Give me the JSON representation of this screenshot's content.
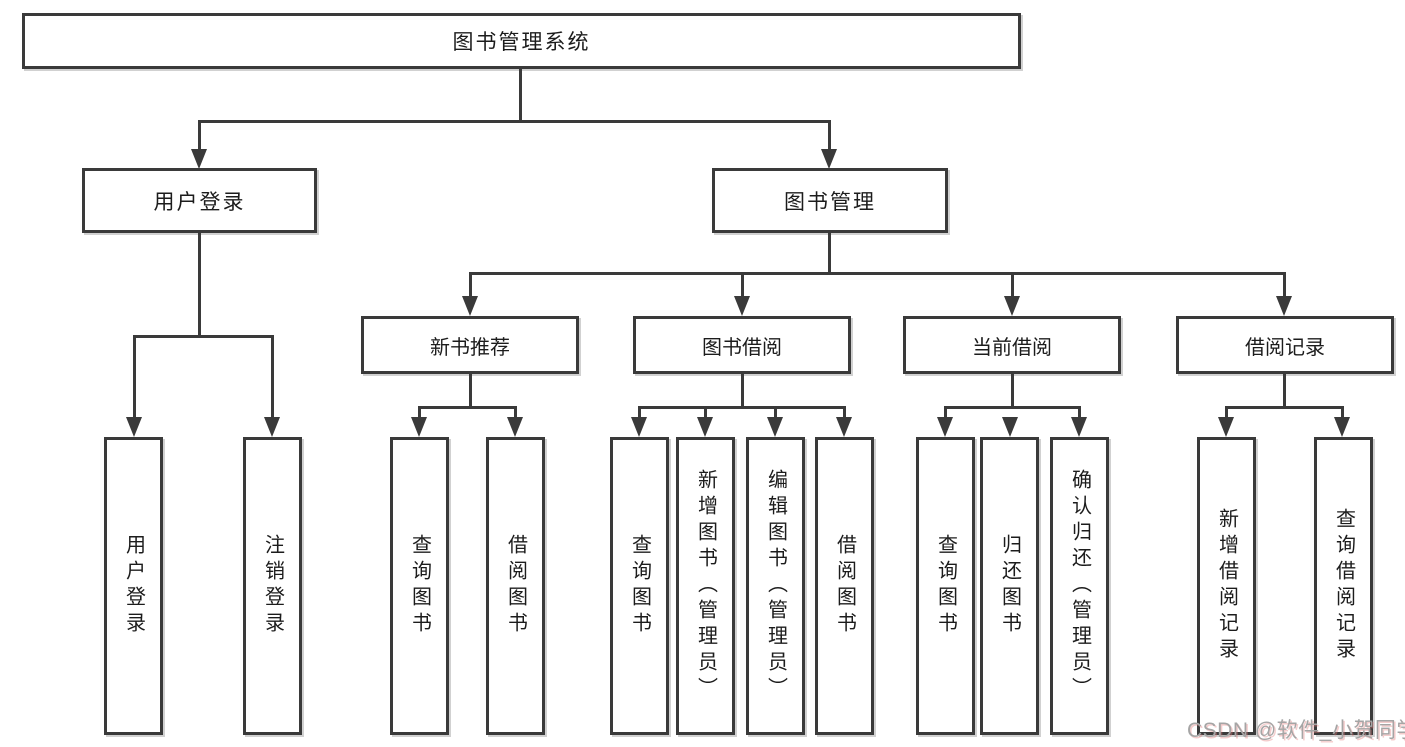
{
  "diagram": {
    "title": "图书管理系统",
    "watermark": "CSDN @软件_小贺同学",
    "colors": {
      "line": "#3a3a3a",
      "text": "#1c1c1c",
      "watermark": "#a5a5a5",
      "background": "#ffffff"
    },
    "root": {
      "label": "图书管理系统"
    },
    "level2": [
      {
        "label": "用户登录"
      },
      {
        "label": "图书管理"
      }
    ],
    "level3": [
      {
        "label": "新书推荐",
        "parent": "图书管理"
      },
      {
        "label": "图书借阅",
        "parent": "图书管理"
      },
      {
        "label": "当前借阅",
        "parent": "图书管理"
      },
      {
        "label": "借阅记录",
        "parent": "图书管理"
      }
    ],
    "leaves": [
      {
        "label": "用户登录",
        "parent": "用户登录"
      },
      {
        "label": "注销登录",
        "parent": "用户登录"
      },
      {
        "label": "查询图书",
        "parent": "新书推荐"
      },
      {
        "label": "借阅图书",
        "parent": "新书推荐"
      },
      {
        "label": "查询图书",
        "parent": "图书借阅"
      },
      {
        "label": "新增图书（管理员）",
        "parent": "图书借阅"
      },
      {
        "label": "编辑图书（管理员）",
        "parent": "图书借阅"
      },
      {
        "label": "借阅图书",
        "parent": "图书借阅"
      },
      {
        "label": "查询图书",
        "parent": "当前借阅"
      },
      {
        "label": "归还图书",
        "parent": "当前借阅"
      },
      {
        "label": "确认归还（管理员）",
        "parent": "当前借阅"
      },
      {
        "label": "新增借阅记录",
        "parent": "借阅记录"
      },
      {
        "label": "查询借阅记录",
        "parent": "借阅记录"
      }
    ]
  }
}
